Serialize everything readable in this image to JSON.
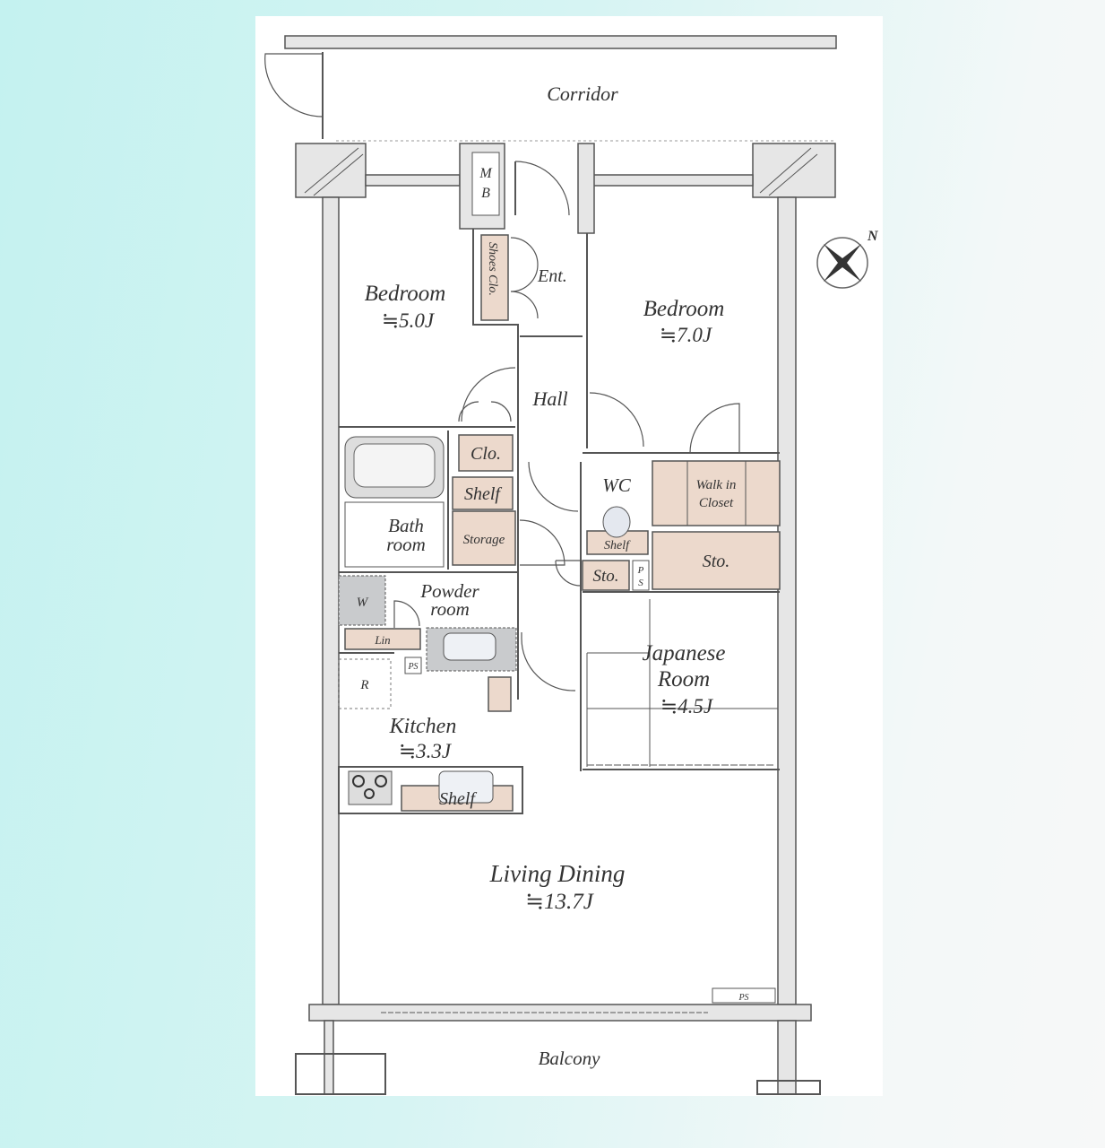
{
  "rooms": {
    "corridor": "Corridor",
    "mb": [
      "M",
      "B"
    ],
    "shoes_closet": "Shoes Clo.",
    "entrance": "Ent.",
    "bedroom1": {
      "name": "Bedroom",
      "size": "≒5.0J"
    },
    "bedroom2": {
      "name": "Bedroom",
      "size": "≒7.0J"
    },
    "hall": "Hall",
    "closet": "Clo.",
    "shelf1": "Shelf",
    "storage": "Storage",
    "bath": [
      "Bath",
      "room"
    ],
    "wc": "WC",
    "wc_shelf": "Shelf",
    "walk_in": [
      "Walk in",
      "Closet"
    ],
    "sto_large": "Sto.",
    "sto_small": "Sto.",
    "ps1": [
      "P",
      "S"
    ],
    "washer": "W",
    "powder": [
      "Powder",
      "room"
    ],
    "linen": "Lin",
    "ps2": "PS",
    "fridge": "R",
    "kitchen": {
      "name": "Kitchen",
      "size": "≒3.3J"
    },
    "shelf2": "Shelf",
    "japanese": {
      "name": [
        "Japanese",
        "Room"
      ],
      "size": "≒4.5J"
    },
    "living": {
      "name": "Living Dining",
      "size": "≒13.7J"
    },
    "ps3": "PS",
    "balcony": "Balcony"
  },
  "compass": {
    "north": "N"
  }
}
